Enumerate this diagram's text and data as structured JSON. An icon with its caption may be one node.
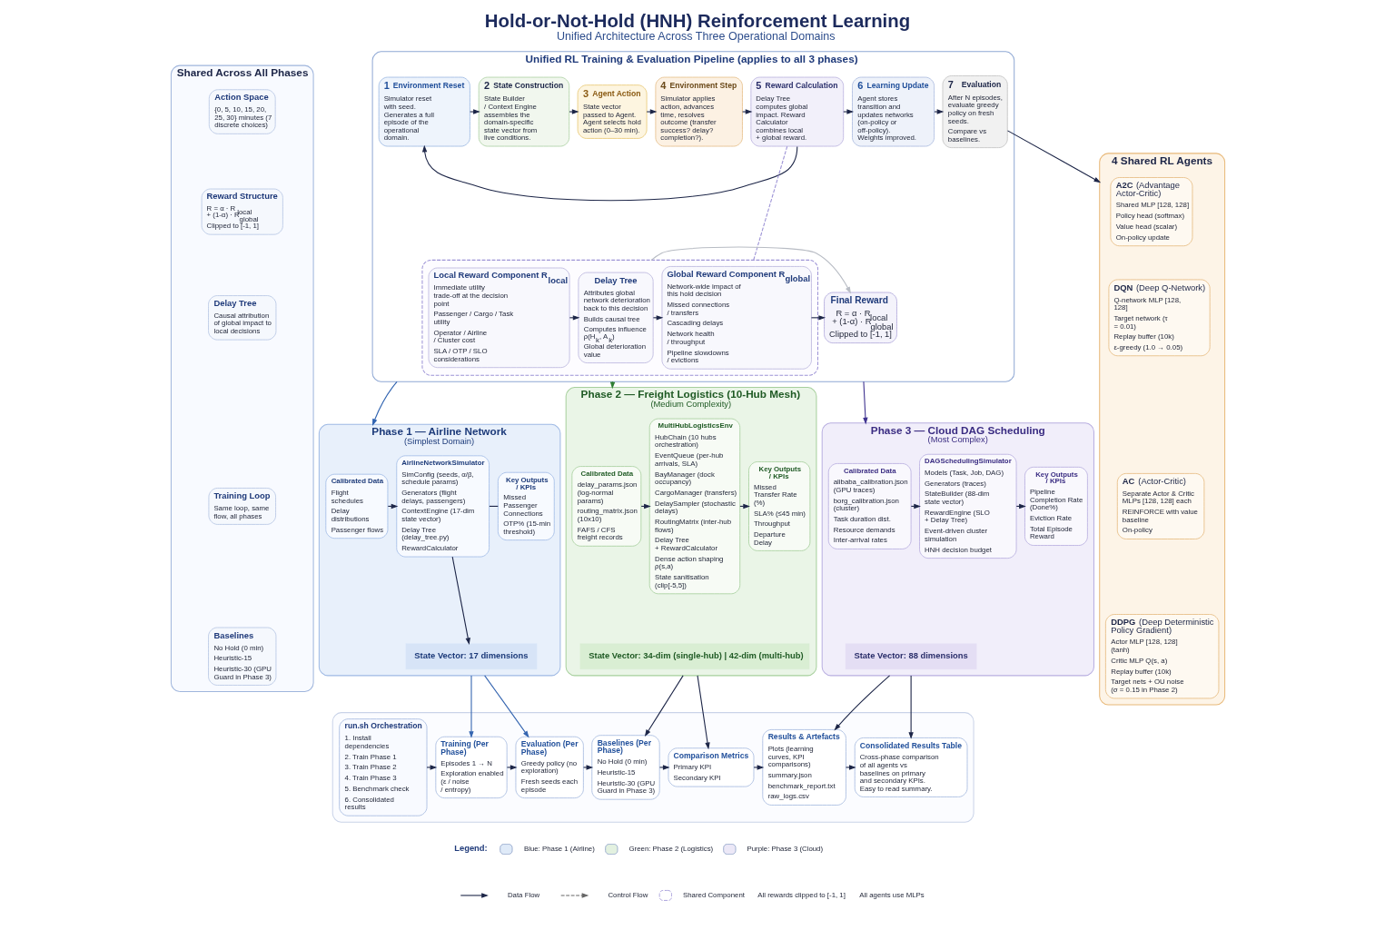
{
  "diagram": {
    "title": "Hold-or-Not-Hold (HNH) Reinforcement Learning",
    "caption": "Unified Architecture Across Three Operational Domains",
    "nodes": [
      {
        "text": [
          "Shared Across All Phases"
        ]
      },
      {
        "text": [
          "Action Space",
          "{0, 5, 10, 15, 20, 25, 30} minutes (7 discrete choices)"
        ],
        "in": 0
      },
      {
        "text": [
          "Reward Structure",
          "R = α · R$_{local}$ + (1-α) · R$_{global}$",
          "Clipped to [-1, 1]"
        ],
        "in": 0
      },
      {
        "text": [
          "Delay Tree",
          "Causal attribution of global impact to local decisions"
        ],
        "in": 0
      },
      {
        "text": [
          "Training Loop",
          "Same loop, same flow, all phases"
        ],
        "in": 0
      },
      {
        "text": [
          "Baselines",
          "No Hold (0 min)",
          "Heuristic-15",
          "Heuristic-30 (GPU Guard in Phase 3)"
        ],
        "in": 0
      },
      {
        "text": [
          "Unified RL Training & Evaluation Pipeline (applies to all 3 phases)"
        ]
      },
      {
        "text": [
          "1",
          "Environment Reset",
          "Simulator reset with seed. Generates a full episode of the operational domain."
        ],
        "in": 6
      },
      {
        "text": [
          "2",
          "State Construction",
          "State Builder / Context Engine assembles the domain-specific state vector from live conditions."
        ],
        "in": 6
      },
      {
        "text": [
          "3",
          "Agent Action",
          "State vector passed to Agent. Agent selects hold action (0–30 min)."
        ],
        "in": 6
      },
      {
        "text": [
          "4",
          "Environment Step",
          "Simulator applies action, advances time, resolves outcome (transfer success? delay? completion?)."
        ],
        "in": 6
      },
      {
        "text": [
          "5",
          "Reward Calculation",
          "Delay Tree computes global impact. Reward Calculator combines local + global reward."
        ],
        "in": 6
      },
      {
        "text": [
          "6",
          "Learning Update",
          "Agent stores transition and updates networks (on-policy or off-policy). Weights improved."
        ],
        "in": 6
      },
      {
        "text": [
          "7",
          "Evaluation",
          "After N episodes, evaluate greedy policy on fresh seeds.",
          "Compare vs baselines."
        ],
        "in": 6
      },
      {
        "text": [],
        "shape": "box",
        "in": 6
      },
      {
        "text": [
          "Local Reward Component R$_{local}$",
          "Immediate utility trade-off at the decision point",
          "Passenger / Cargo / Task utility",
          "Operator / Airline / Cluster cost",
          "SLA / OTP / SLO considerations"
        ],
        "in": 14
      },
      {
        "text": [
          "Delay Tree",
          "Attributes global network deterioration back to this decision",
          "Builds causal tree",
          "Computes influence ρ(H$_{k}$, A$_{k}$)",
          "Global deterioration value"
        ],
        "in": 14
      },
      {
        "text": [
          "Global Reward Component R$_{global}$",
          "Network-wide impact of this hold decision",
          "Missed connections / transfers",
          "Cascading delays",
          "Network health / throughput",
          "Pipeline slowdowns / evictions"
        ],
        "in": 14
      },
      {
        "text": [
          "Final Reward",
          "R = α · R$_{local}$ + (1-α) · R$_{global}$",
          "Clipped to [-1, 1]"
        ],
        "in": 6
      },
      {
        "text": [
          "4 Shared RL Agents"
        ]
      },
      {
        "text": [
          "**A2C** (Advantage Actor-Critic)",
          "Shared MLP [128, 128]",
          "Policy head (softmax)",
          "Value head (scalar)",
          "On-policy update"
        ],
        "in": 19
      },
      {
        "text": [
          "**DQN** (Deep Q-Network)",
          "Q-network MLP [128, 128]",
          "Target network (τ = 0.01)",
          "Replay buffer (10k)",
          "ε-greedy (1.0 → 0.05)"
        ],
        "in": 19
      },
      {
        "text": [
          "**AC** (Actor-Critic)",
          "Separate Actor & Critic MLPs [128, 128] each",
          "REINFORCE with value baseline",
          "On-policy"
        ],
        "in": 19
      },
      {
        "text": [
          "**DDPG** (Deep Deterministic Policy Gradient)",
          "Actor MLP [128, 128] (tanh)",
          "Critic MLP Q(s, a)",
          "Replay buffer (10k)",
          "Target nets + OU noise (σ = 0.15 in Phase 2)"
        ],
        "in": 19
      },
      {
        "text": [
          "Phase 1 — Airline Network",
          "(Simplest Domain)"
        ]
      },
      {
        "text": [
          "Calibrated Data",
          "Flight schedules",
          "Delay distributions",
          "Passenger flows"
        ],
        "in": 24
      },
      {
        "text": [
          "AirlineNetworkSimulator",
          "SimConfig (seeds, α/β, schedule params)",
          "Generators (flight delays, passengers)",
          "ContextEngine (17-dim state vector)",
          "Delay Tree (delay_tree.py)",
          "RewardCalculator"
        ],
        "in": 24
      },
      {
        "text": [
          "Key Outputs / KPIs",
          "Missed Passenger Connections",
          "OTP% (15-min threshold)"
        ],
        "in": 24
      },
      {
        "text": [
          "State Vector: 17 dimensions"
        ],
        "in": 24
      },
      {
        "text": [
          "Phase 2 — Freight Logistics (10-Hub Mesh)",
          "(Medium Complexity)"
        ]
      },
      {
        "text": [
          "Calibrated Data",
          "delay_params.json (log-normal params)",
          "routing_matrix.json (10x10)",
          "FAFS / CFS freight records"
        ],
        "in": 29
      },
      {
        "text": [
          "MultiHubLogisticsEnv",
          "HubChain (10 hubs orchestration)",
          "EventQueue (per-hub arrivals, SLA)",
          "BayManager (dock occupancy)",
          "CargoManager (transfers)",
          "DelaySampler (stochastic delays)",
          "RoutingMatrix (inter-hub flows)",
          "Delay Tree + RewardCalculator",
          "Dense action shaping ρ(s,a)",
          "State sanitisation (clip[-5,5])"
        ],
        "in": 29
      },
      {
        "text": [
          "Key Outputs / KPIs",
          "Missed Transfer Rate (%)",
          "SLA% (≤45 min)",
          "Throughput",
          "Departure Delay"
        ],
        "in": 29
      },
      {
        "text": [
          "State Vector: 34-dim (single-hub) | 42-dim (multi-hub)"
        ],
        "in": 29
      },
      {
        "text": [
          "Phase 3 — Cloud DAG Scheduling",
          "(Most Complex)"
        ]
      },
      {
        "text": [
          "Calibrated Data",
          "alibaba_calibration.json (GPU traces)",
          "borg_calibration.json (cluster)",
          "Task duration dist.",
          "Resource demands",
          "Inter-arrival rates"
        ],
        "in": 34
      },
      {
        "text": [
          "DAGSchedulingSimulator",
          "Models (Task, Job, DAG)",
          "Generators (traces)",
          "StateBuilder (88-dim state vector)",
          "RewardEngine (SLO + Delay Tree)",
          "Event-driven cluster simulation",
          "HNH decision budget"
        ],
        "in": 34
      },
      {
        "text": [
          "Key Outputs / KPIs",
          "Pipeline Completion Rate (Done%)",
          "Eviction Rate",
          "Total Episode Reward"
        ],
        "in": 34
      },
      {
        "text": [
          "State Vector: 88 dimensions"
        ],
        "in": 34
      },
      {
        "text": [],
        "shape": "box"
      },
      {
        "text": [
          "run.sh Orchestration",
          "1. Install dependencies",
          "2. Train Phase 1",
          "3. Train Phase 2",
          "4. Train Phase 3",
          "5. Benchmark check",
          "6. Consolidated results"
        ],
        "in": 39
      },
      {
        "text": [
          "Training (Per Phase)",
          "Episodes 1 → N",
          "Exploration enabled (ε / noise / entropy)"
        ],
        "in": 39
      },
      {
        "text": [
          "Evaluation (Per Phase)",
          "Greedy policy (no exploration)",
          "Fresh seeds each episode"
        ],
        "in": 39
      },
      {
        "text": [
          "Baselines (Per Phase)",
          "No Hold (0 min)",
          "Heuristic-15",
          "Heuristic-30 (GPU Guard in Phase 3)"
        ],
        "in": 39
      },
      {
        "text": [
          "Comparison Metrics",
          "Primary KPI",
          "Secondary KPI"
        ],
        "in": 39
      },
      {
        "text": [
          "Results & Artefacts",
          "Plots (learning curves, KPI comparisons)",
          "summary.json",
          "benchmark_report.txt",
          "raw_logs.csv"
        ],
        "in": 39
      },
      {
        "text": [
          "Consolidated Results Table",
          "Cross-phase comparison of all agents vs baselines on primary and secondary KPIs. Easy to read summary."
        ],
        "in": 39
      }
    ],
    "edges": [
      {
        "from": 7,
        "to": 8,
        "arrow": "to"
      },
      {
        "from": 8,
        "to": 9,
        "arrow": "to"
      },
      {
        "from": 9,
        "to": 10,
        "arrow": "to"
      },
      {
        "from": 10,
        "to": 11,
        "arrow": "to"
      },
      {
        "from": 11,
        "to": 12,
        "arrow": "to"
      },
      {
        "from": 12,
        "to": 13,
        "arrow": "to"
      },
      {
        "from": 11,
        "to": 7,
        "arrow": "to"
      },
      {
        "from": 13,
        "to": 19,
        "arrow": "to"
      },
      {
        "from": 11,
        "to": 14,
        "arrow": "none",
        "style": "dashed",
        "color": "#9d93d6"
      },
      {
        "from": 15,
        "to": 16,
        "arrow": "to"
      },
      {
        "from": 16,
        "to": 17,
        "arrow": "to"
      },
      {
        "from": 17,
        "to": 18,
        "arrow": "to"
      },
      {
        "from": 14,
        "to": 18,
        "arrow": "to",
        "color": "#b8bcc4"
      },
      {
        "from": 6,
        "to": 24,
        "arrow": "to",
        "color": "#2f62b0"
      },
      {
        "from": 6,
        "to": 29,
        "arrow": "to",
        "color": "#2e7d32"
      },
      {
        "from": 6,
        "to": 34,
        "arrow": "to",
        "color": "#3f3390"
      },
      {
        "from": 25,
        "to": 26,
        "arrow": "to"
      },
      {
        "from": 26,
        "to": 27,
        "arrow": "none"
      },
      {
        "from": 26,
        "to": 28,
        "arrow": "to"
      },
      {
        "from": 30,
        "to": 31,
        "arrow": "to"
      },
      {
        "from": 31,
        "to": 32,
        "arrow": "to"
      },
      {
        "from": 35,
        "to": 36,
        "arrow": "to"
      },
      {
        "from": 36,
        "to": 37,
        "arrow": "to"
      },
      {
        "from": 24,
        "to": 41,
        "arrow": "to",
        "color": "#3565b0"
      },
      {
        "from": 24,
        "to": 42,
        "arrow": "to",
        "color": "#3565b0"
      },
      {
        "from": 29,
        "to": 43,
        "arrow": "to"
      },
      {
        "from": 29,
        "to": 44,
        "arrow": "to"
      },
      {
        "from": 34,
        "to": 45,
        "arrow": "to"
      },
      {
        "from": 34,
        "to": 46,
        "arrow": "to"
      },
      {
        "from": 40,
        "to": 41,
        "arrow": "to"
      },
      {
        "from": 41,
        "to": 42,
        "arrow": "to"
      },
      {
        "from": 42,
        "to": 43,
        "arrow": "to"
      },
      {
        "from": 43,
        "to": 44,
        "arrow": "to"
      },
      {
        "from": 44,
        "to": 45,
        "arrow": "to"
      },
      {
        "from": 45,
        "to": 46,
        "arrow": "to"
      }
    ],
    "labels": [
      "Legend:",
      "All rewards clipped to [-1, 1]",
      "All agents use MLPs"
    ],
    "legend": [
      {
        "text": "Blue: Phase 1 (Airline)",
        "color": "#dfeaf8"
      },
      {
        "text": "Green: Phase 2 (Logistics)",
        "color": "#e3f1e0"
      },
      {
        "text": "Purple: Phase 3 (Cloud)",
        "color": "#ece8f7"
      },
      {
        "text": "Data Flow"
      },
      {
        "text": "Control Flow"
      },
      {
        "text": "Shared Component"
      }
    ]
  }
}
